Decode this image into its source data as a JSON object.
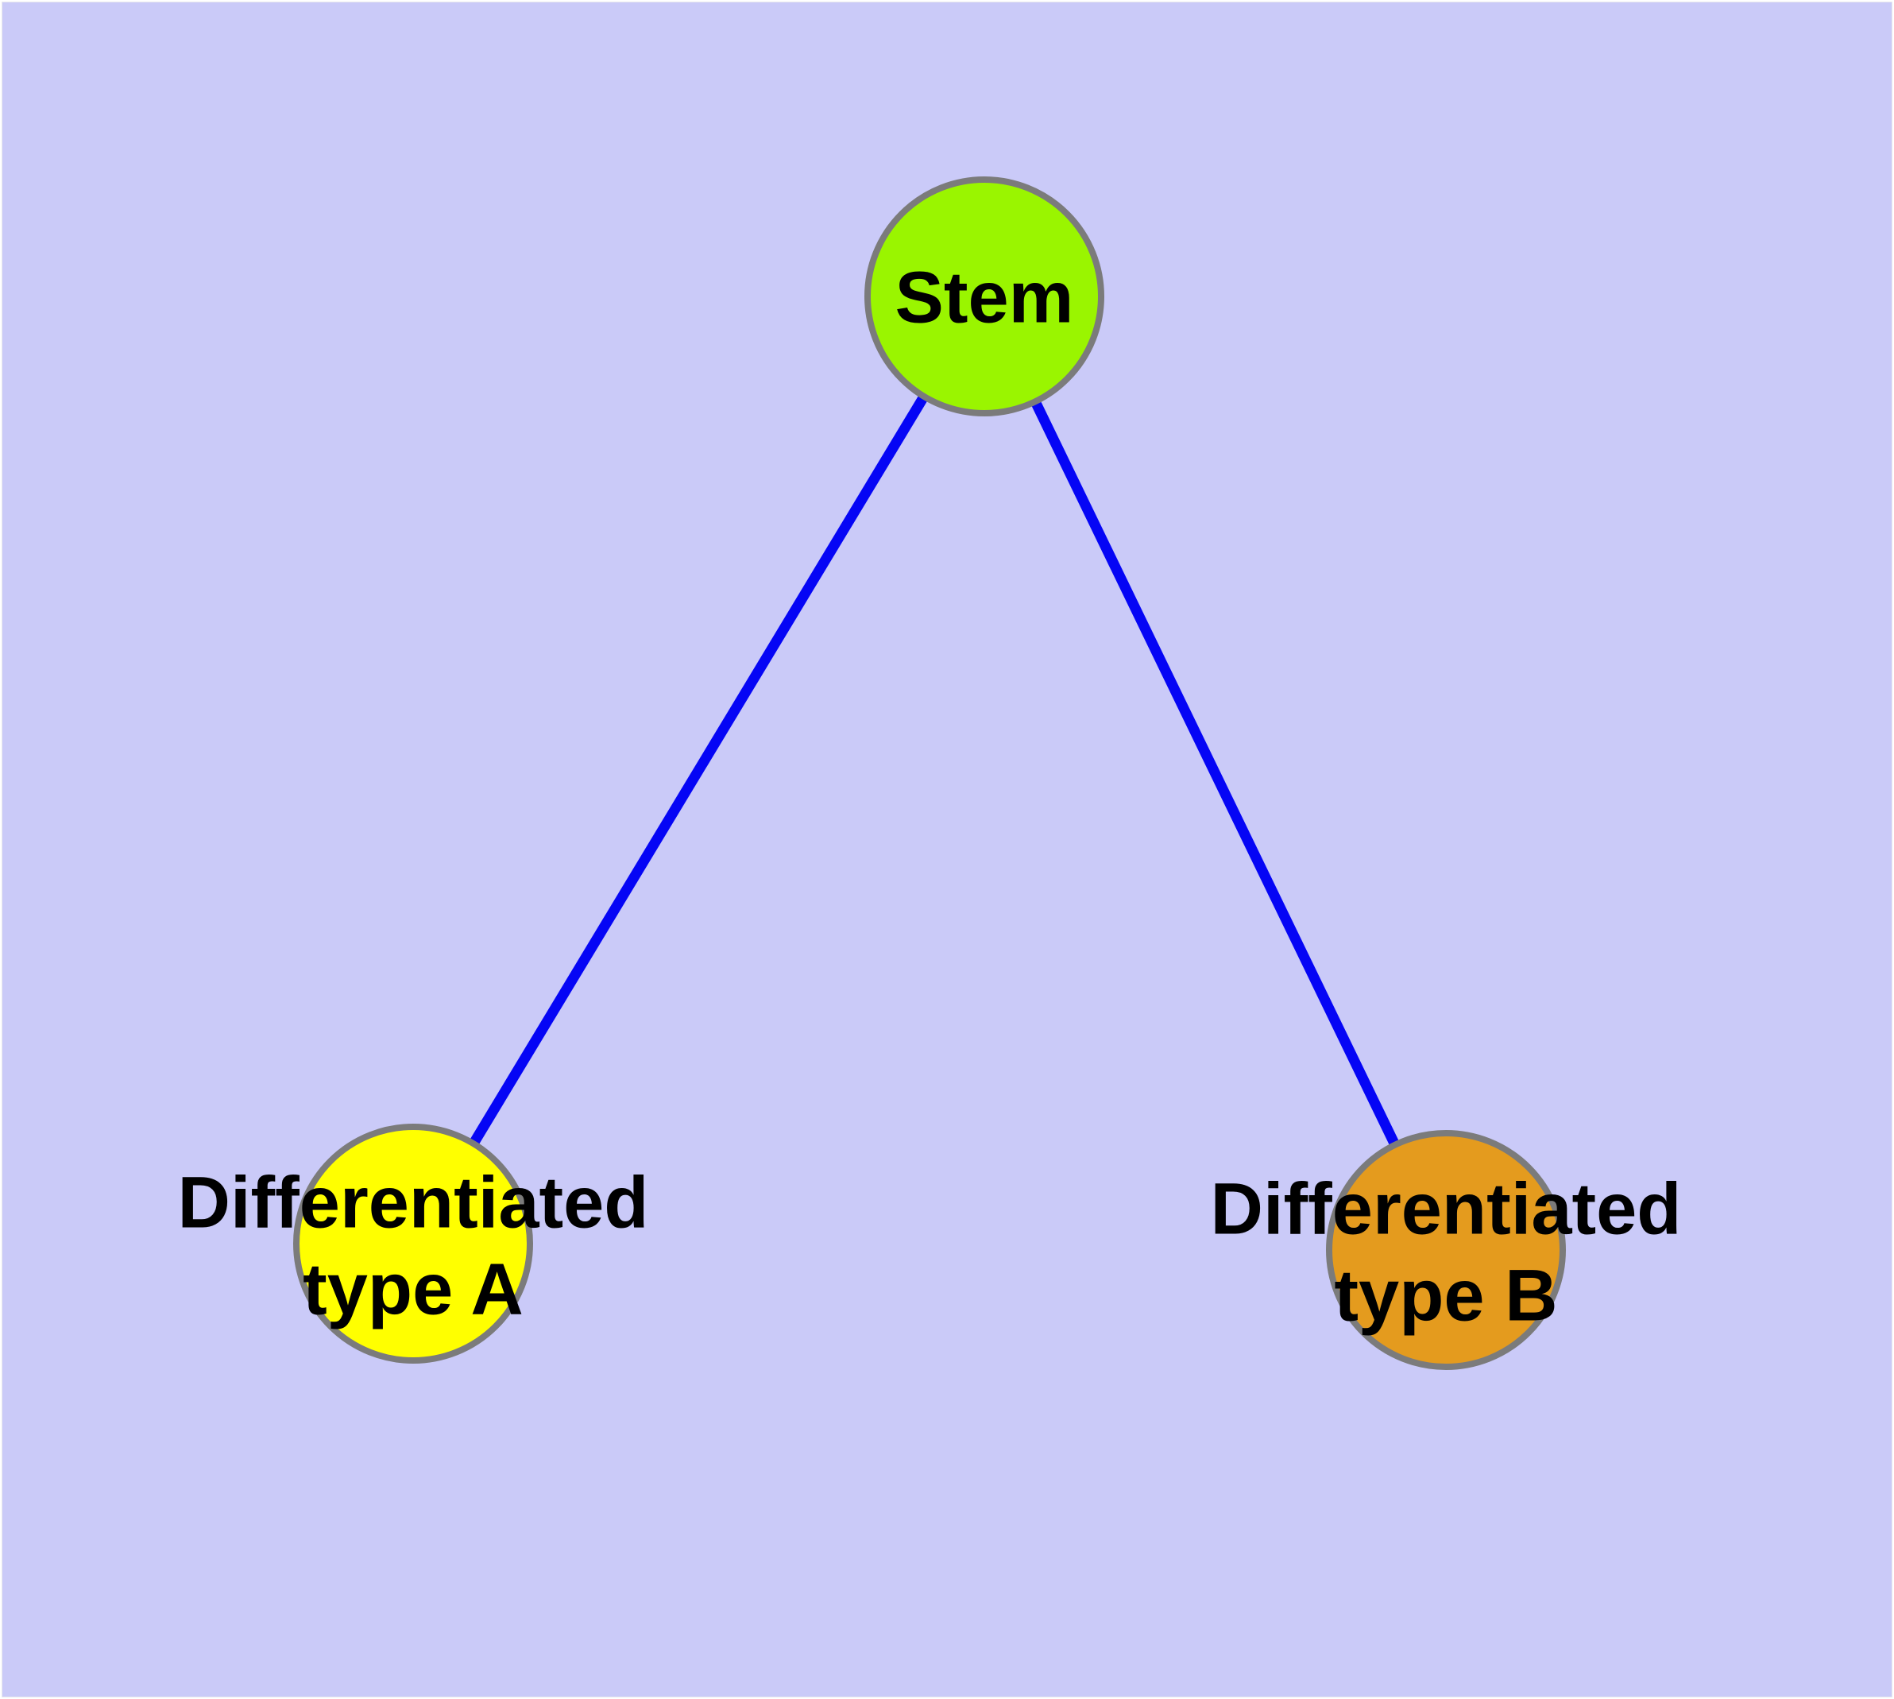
{
  "diagram": {
    "background_color": "#CACAF8",
    "edge_color": "#0505F5",
    "node_border_color": "#7B7B7B",
    "text_color": "#000000",
    "nodes": [
      {
        "id": "stem",
        "label": "Stem",
        "fill": "#9AF500"
      },
      {
        "id": "differentiated-type-a",
        "label": "Differentiated\ntype A",
        "fill": "#FFFF00"
      },
      {
        "id": "differentiated-type-b",
        "label": "Differentiated\ntype B",
        "fill": "#E49B1E"
      }
    ],
    "edges": [
      {
        "from": "stem",
        "to": "differentiated-type-a"
      },
      {
        "from": "stem",
        "to": "differentiated-type-b"
      }
    ]
  }
}
